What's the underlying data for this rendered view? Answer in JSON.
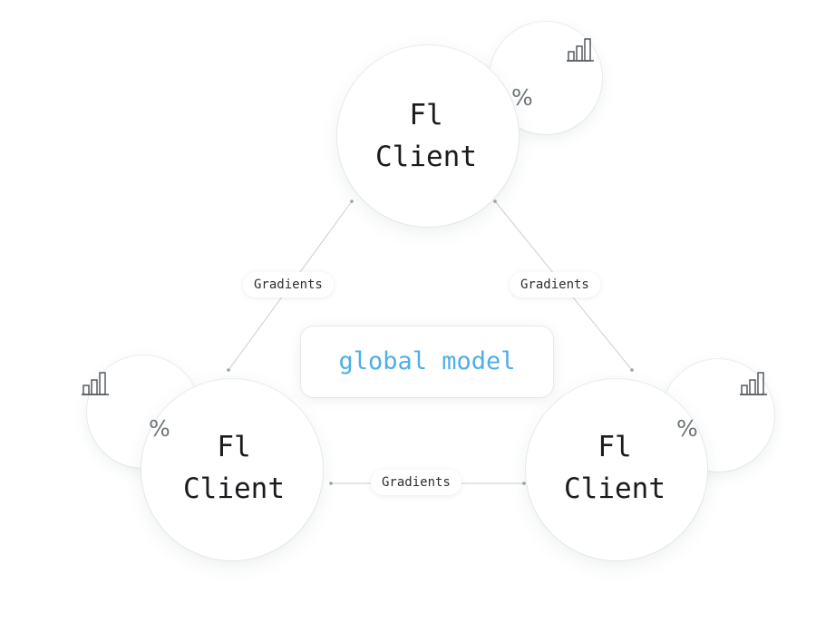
{
  "clients": [
    {
      "line1": "Fl",
      "line2": "Client",
      "badge": "%"
    },
    {
      "line1": "Fl",
      "line2": "Client",
      "badge": "%"
    },
    {
      "line1": "Fl",
      "line2": "Client",
      "badge": "%"
    }
  ],
  "links": [
    {
      "label": "Gradients"
    },
    {
      "label": "Gradients"
    },
    {
      "label": "Gradients"
    }
  ],
  "center": {
    "label": "global model"
  },
  "icons": {
    "client_badge": "percent-icon",
    "client_metric": "bar-chart-icon"
  },
  "colors": {
    "accent": "#4eaee6",
    "text": "#1b1b1f",
    "muted": "#6c7478",
    "line": "#c9cfd1"
  }
}
